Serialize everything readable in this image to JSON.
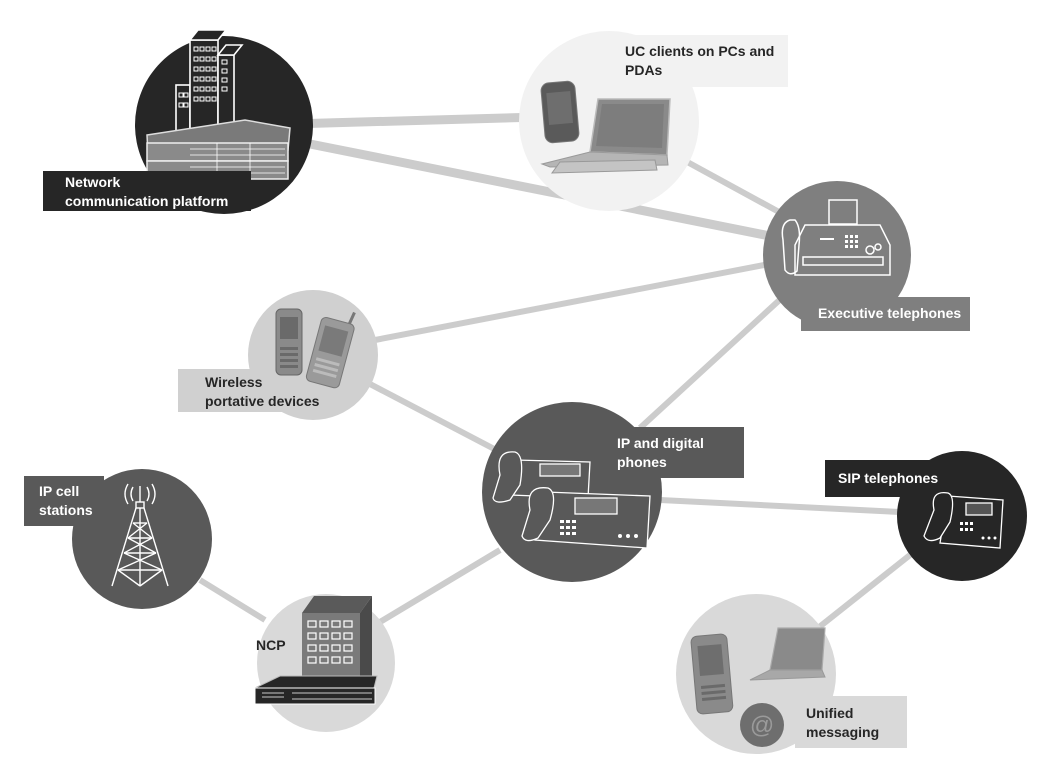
{
  "diagram": {
    "type": "network-topology",
    "nodes": [
      {
        "id": "ncp-platform",
        "label_lines": [
          "Network",
          "communication platform"
        ],
        "icon": "buildings-and-switch-icon",
        "fill": "#262626",
        "label_bg": "#262626",
        "label_color": "#ffffff"
      },
      {
        "id": "uc-clients",
        "label_lines": [
          "UC clients on PCs and",
          "PDAs"
        ],
        "icon": "pda-and-laptop-icon",
        "fill": "#f2f2f2",
        "label_bg": "#f2f2f2",
        "label_color": "#262626"
      },
      {
        "id": "executive-telephones",
        "label_lines": [
          "Executive telephones"
        ],
        "icon": "fax-telephone-icon",
        "fill": "#7f7f7f",
        "label_bg": "#7f7f7f",
        "label_color": "#ffffff"
      },
      {
        "id": "wireless-devices",
        "label_lines": [
          "Wireless",
          "portative devices"
        ],
        "icon": "mobile-phones-icon",
        "fill": "#d0d0d0",
        "label_bg": "#d0d0d0",
        "label_color": "#262626"
      },
      {
        "id": "ip-digital-phones",
        "label_lines": [
          "IP and digital",
          "phones"
        ],
        "icon": "desk-phones-icon",
        "fill": "#595959",
        "label_bg": "#595959",
        "label_color": "#ffffff"
      },
      {
        "id": "sip-telephones",
        "label_lines": [
          "SIP telephones"
        ],
        "icon": "sip-phone-icon",
        "fill": "#262626",
        "label_bg": "#262626",
        "label_color": "#ffffff"
      },
      {
        "id": "ip-cell-stations",
        "label_lines": [
          "IP cell",
          "stations"
        ],
        "icon": "cell-tower-icon",
        "fill": "#595959",
        "label_bg": "#595959",
        "label_color": "#ffffff"
      },
      {
        "id": "ncp",
        "label_lines": [
          "NCP"
        ],
        "icon": "building-and-switch-icon",
        "fill": "#d9d9d9",
        "label_bg": "",
        "label_color": "#262626"
      },
      {
        "id": "unified-messaging",
        "label_lines": [
          "Unified",
          "messaging"
        ],
        "icon": "phone-laptop-email-icon",
        "fill": "#d9d9d9",
        "label_bg": "#d9d9d9",
        "label_color": "#262626"
      }
    ],
    "edges": [
      {
        "from": "ncp-platform",
        "to": "uc-clients",
        "weight": "heavy"
      },
      {
        "from": "ncp-platform",
        "to": "executive-telephones",
        "weight": "heavy"
      },
      {
        "from": "uc-clients",
        "to": "executive-telephones",
        "weight": "normal"
      },
      {
        "from": "wireless-devices",
        "to": "executive-telephones",
        "weight": "normal"
      },
      {
        "from": "wireless-devices",
        "to": "ip-digital-phones",
        "weight": "normal"
      },
      {
        "from": "ip-digital-phones",
        "to": "executive-telephones",
        "weight": "normal"
      },
      {
        "from": "ip-digital-phones",
        "to": "sip-telephones",
        "weight": "normal"
      },
      {
        "from": "ip-digital-phones",
        "to": "ncp",
        "weight": "normal"
      },
      {
        "from": "ip-cell-stations",
        "to": "ncp",
        "weight": "normal"
      },
      {
        "from": "sip-telephones",
        "to": "unified-messaging",
        "weight": "normal"
      }
    ],
    "edge_color": "#cccccc"
  }
}
